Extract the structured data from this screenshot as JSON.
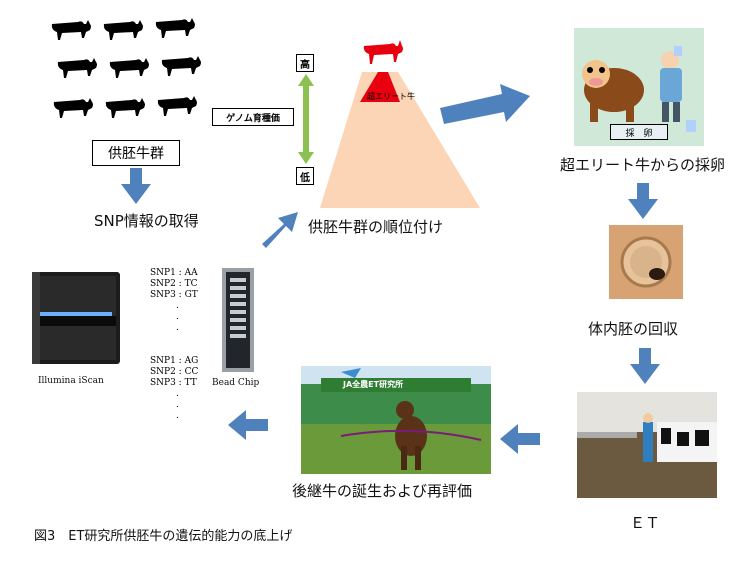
{
  "donor_herd": {
    "label": "供胚牛群"
  },
  "genome": {
    "label": "ゲノム育種価"
  },
  "scale": {
    "high": "高",
    "low": "低"
  },
  "pyramid": {
    "tip_label": "超エリート牛",
    "caption": "供胚牛群の順位付け"
  },
  "snp": {
    "caption": "SNP情報の取得"
  },
  "machine": {
    "label": "Illumina iScan"
  },
  "chip": {
    "label": "Bead Chip"
  },
  "snp_list_1": [
    "SNP1 : AA",
    "SNP2 : TC",
    "SNP3 : GT",
    ".",
    ".",
    "."
  ],
  "snp_list_2": [
    "SNP1 : AG",
    "SNP2 : CC",
    "SNP3 : TT",
    ".",
    ".",
    "."
  ],
  "collection": {
    "panel_text": "採　卵",
    "caption": "超エリート牛からの採卵"
  },
  "embryo": {
    "caption": "体内胚の回収"
  },
  "et": {
    "caption": "ＥＴ"
  },
  "calf": {
    "sign": "JA全農ET研究所",
    "caption": "後継牛の誕生および再評価"
  },
  "figure_caption": "図3　ET研究所供胚牛の遺伝的能力の底上げ",
  "colors": {
    "arrow": "#4f81bd",
    "pyramid": "#fbd5b5",
    "tip": "#e8000f",
    "double_arrow": "#8cc152"
  }
}
